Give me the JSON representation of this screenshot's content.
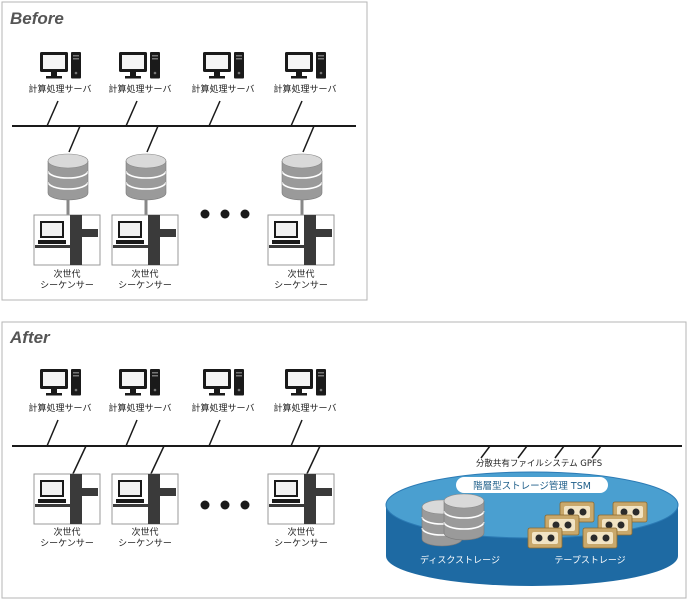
{
  "before": {
    "title": "Before",
    "server_label": "計算処理サーバ",
    "sequencer_label_line1": "次世代",
    "sequencer_label_line2": "シーケンサー"
  },
  "after": {
    "title": "After",
    "server_label": "計算処理サーバ",
    "sequencer_label_line1": "次世代",
    "sequencer_label_line2": "シーケンサー",
    "gpfs_label": "分散共有ファイルシステム GPFS",
    "tsm_label": "階層型ストレージ管理 TSM",
    "disk_label": "ディスクストレージ",
    "tape_label": "テープストレージ"
  },
  "colors": {
    "disk_top": "#4a9fd0",
    "disk_side": "#1e6aa3",
    "tape_body": "#c9a86b",
    "tape_window": "#f2e4c4"
  }
}
